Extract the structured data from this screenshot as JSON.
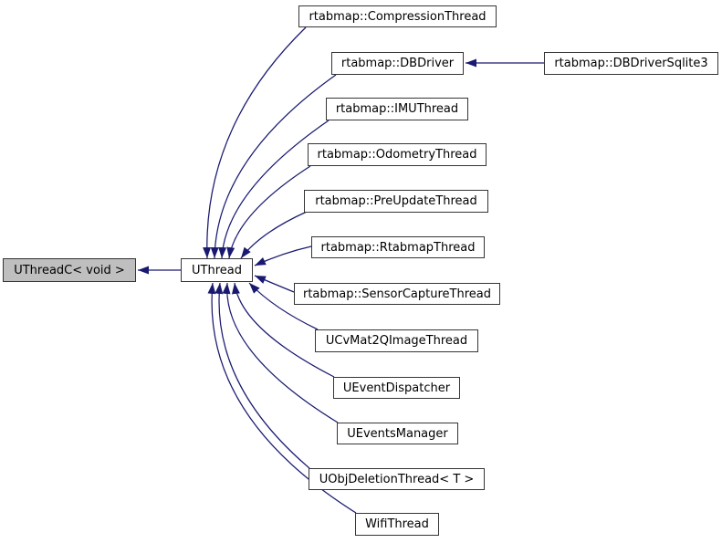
{
  "diagram": {
    "type": "class-inheritance-graph",
    "colors": {
      "edge": "#191970",
      "node_border": "#353535",
      "node_fill": "#ffffff",
      "highlight_fill": "#bfbfbf",
      "text": "#000000",
      "background": "#ffffff"
    },
    "nodes": [
      {
        "id": "uthreadc-void",
        "label": "UThreadC< void >",
        "highlighted": true
      },
      {
        "id": "uthread",
        "label": "UThread",
        "highlighted": false
      },
      {
        "id": "compression-thread",
        "label": "rtabmap::CompressionThread",
        "highlighted": false
      },
      {
        "id": "dbdriver",
        "label": "rtabmap::DBDriver",
        "highlighted": false
      },
      {
        "id": "dbdriver-sqlite3",
        "label": "rtabmap::DBDriverSqlite3",
        "highlighted": false
      },
      {
        "id": "imu-thread",
        "label": "rtabmap::IMUThread",
        "highlighted": false
      },
      {
        "id": "odometry-thread",
        "label": "rtabmap::OdometryThread",
        "highlighted": false
      },
      {
        "id": "preupdate-thread",
        "label": "rtabmap::PreUpdateThread",
        "highlighted": false
      },
      {
        "id": "rtabmap-thread",
        "label": "rtabmap::RtabmapThread",
        "highlighted": false
      },
      {
        "id": "sensor-capture-thread",
        "label": "rtabmap::SensorCaptureThread",
        "highlighted": false
      },
      {
        "id": "ucvmat2qimage-thread",
        "label": "UCvMat2QImageThread",
        "highlighted": false
      },
      {
        "id": "uevent-dispatcher",
        "label": "UEventDispatcher",
        "highlighted": false
      },
      {
        "id": "uevents-manager",
        "label": "UEventsManager",
        "highlighted": false
      },
      {
        "id": "uobj-deletion-thread",
        "label": "UObjDeletionThread< T >",
        "highlighted": false
      },
      {
        "id": "wifi-thread",
        "label": "WifiThread",
        "highlighted": false
      }
    ],
    "edges": [
      {
        "from": "uthread",
        "to": "uthreadc-void"
      },
      {
        "from": "dbdriver-sqlite3",
        "to": "dbdriver"
      },
      {
        "from": "compression-thread",
        "to": "uthread"
      },
      {
        "from": "dbdriver",
        "to": "uthread"
      },
      {
        "from": "imu-thread",
        "to": "uthread"
      },
      {
        "from": "odometry-thread",
        "to": "uthread"
      },
      {
        "from": "preupdate-thread",
        "to": "uthread"
      },
      {
        "from": "rtabmap-thread",
        "to": "uthread"
      },
      {
        "from": "sensor-capture-thread",
        "to": "uthread"
      },
      {
        "from": "ucvmat2qimage-thread",
        "to": "uthread"
      },
      {
        "from": "uevent-dispatcher",
        "to": "uthread"
      },
      {
        "from": "uevents-manager",
        "to": "uthread"
      },
      {
        "from": "uobj-deletion-thread",
        "to": "uthread"
      },
      {
        "from": "wifi-thread",
        "to": "uthread"
      }
    ]
  }
}
